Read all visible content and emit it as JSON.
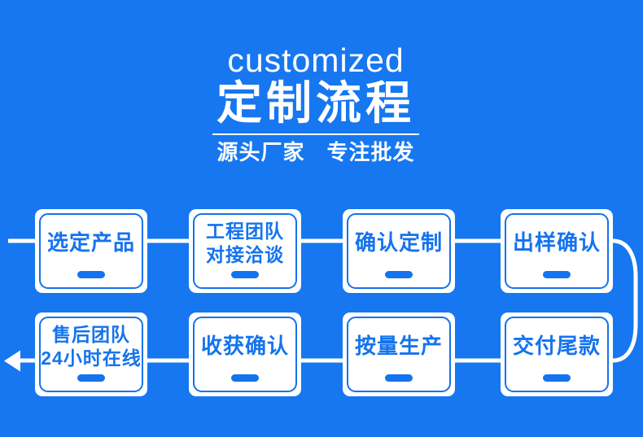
{
  "page": {
    "background_color": "#1677f1",
    "accent_blue": "#1473ee",
    "line_color": "#ffffff"
  },
  "header": {
    "eyebrow": "customized",
    "title": "定制流程",
    "subtitle": "源头厂家　专注批发"
  },
  "flow": {
    "direction_note": "top row left-to-right, curves down on right, bottom row right-to-left, exits with left arrow",
    "boxes": [
      {
        "label": "选定产品"
      },
      {
        "label": "工程团队\n对接洽谈"
      },
      {
        "label": "确认定制"
      },
      {
        "label": "出样确认"
      },
      {
        "label": "售后团队\n24小时在线"
      },
      {
        "label": "收获确认"
      },
      {
        "label": "按量生产"
      },
      {
        "label": "交付尾款"
      }
    ]
  }
}
